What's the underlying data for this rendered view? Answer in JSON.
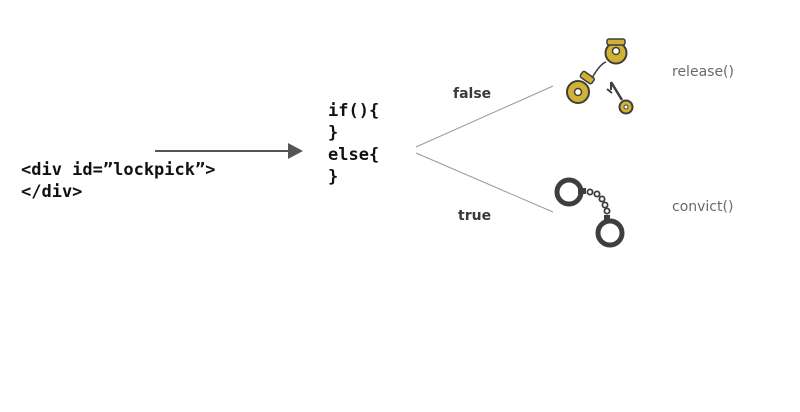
{
  "html_snippet": {
    "line1": "<div id=”lockpick”>",
    "line2": "</div>"
  },
  "conditional": {
    "line1": "if(){",
    "line2": "}",
    "line3": "else{",
    "line4": "}"
  },
  "branches": {
    "false_label": "false",
    "true_label": "true"
  },
  "outcomes": {
    "release": "release()",
    "convict": "convict()"
  },
  "icons": {
    "release_icon": "open-handcuffs-with-key-icon",
    "convict_icon": "closed-handcuffs-icon"
  },
  "colors": {
    "gold": "#d1b334",
    "dark": "#3e3e3e",
    "arrow": "#555555"
  }
}
